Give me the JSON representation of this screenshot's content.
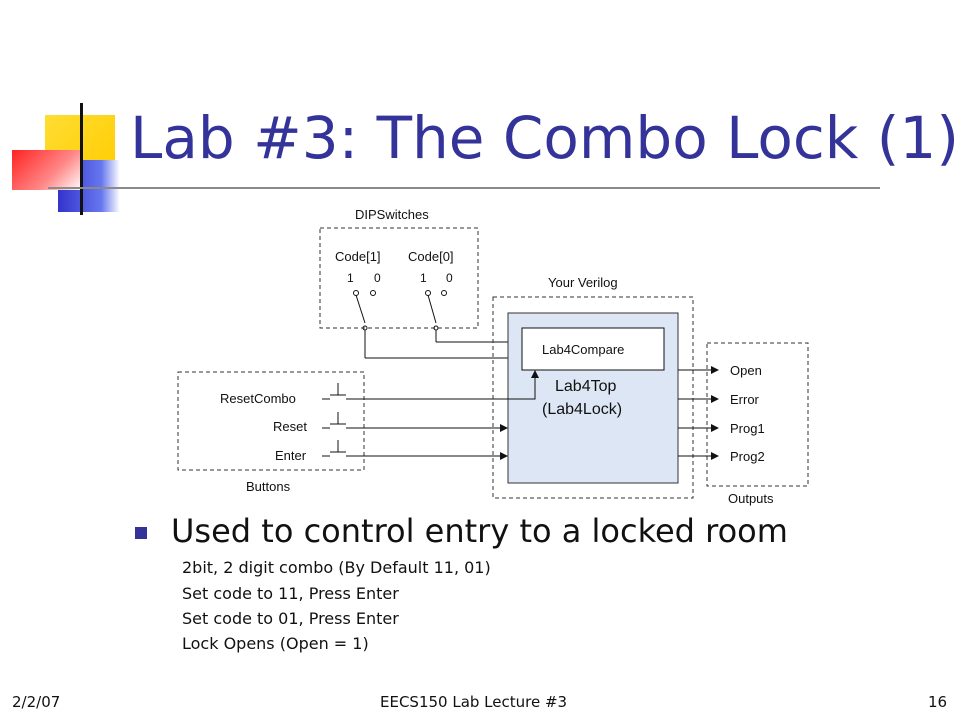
{
  "slide": {
    "title": "Lab #3: The Combo Lock (1)",
    "bullet": "Used to control entry to a locked room",
    "sub_items": [
      "2bit, 2 digit combo (By Default 11, 01)",
      "Set code to 11, Press Enter",
      "Set code to 01, Press Enter",
      "Lock Opens (Open = 1)"
    ],
    "footer": {
      "date": "2/2/07",
      "course": "EECS150 Lab Lecture #3",
      "page": "16"
    }
  },
  "diagram": {
    "dip_title": "DIPSwitches",
    "code1": "Code[1]",
    "code0": "Code[0]",
    "bit_one": "1",
    "bit_zero": "0",
    "verilog_title": "Your Verilog",
    "compare": "Lab4Compare",
    "top": "Lab4Top",
    "lock": "(Lab4Lock)",
    "buttons_title": "Buttons",
    "buttons": [
      "ResetCombo",
      "Reset",
      "Enter"
    ],
    "outputs_title": "Outputs",
    "outputs": [
      "Open",
      "Error",
      "Prog1",
      "Prog2"
    ]
  },
  "colors": {
    "title": "#333399",
    "bullet": "#333399",
    "module_fill": "#dce6f4",
    "deco_yellow": "#ffcc00",
    "deco_blue": "#3333cc",
    "deco_red": "#ff3333"
  }
}
